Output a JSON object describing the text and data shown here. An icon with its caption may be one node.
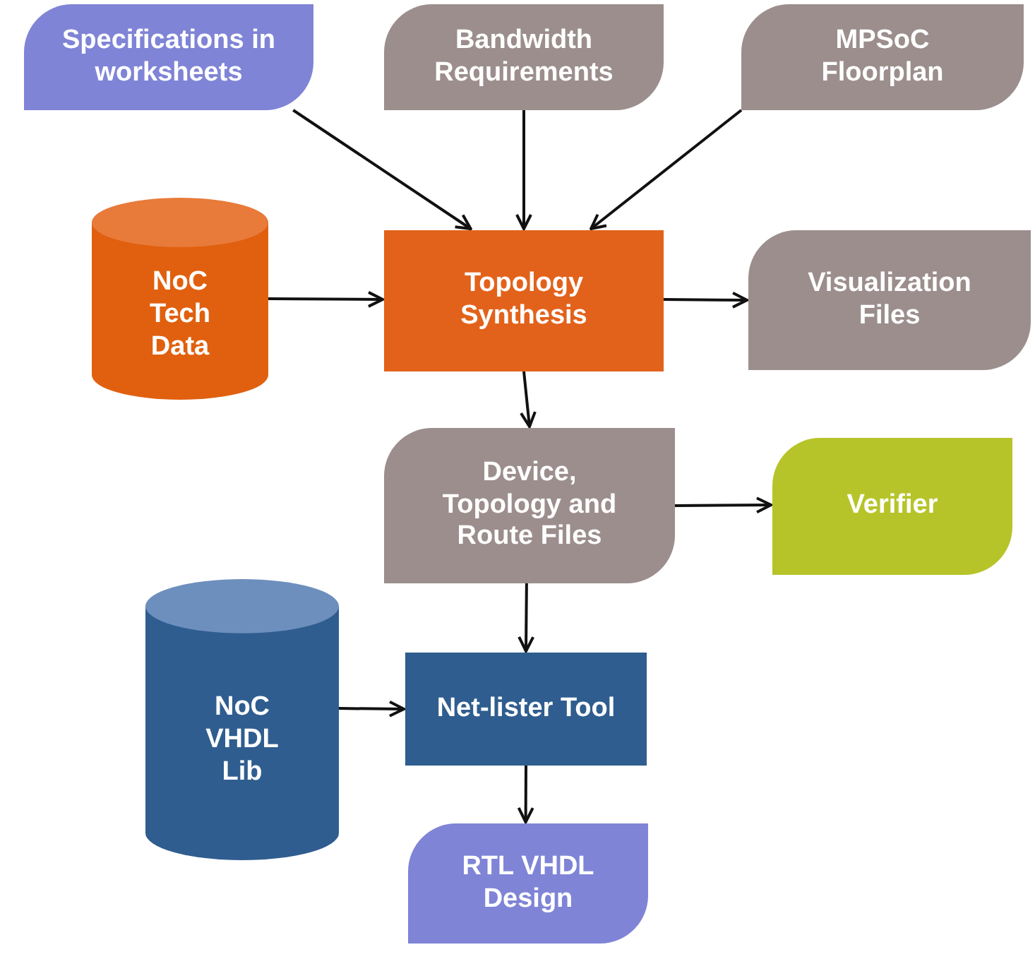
{
  "diagram": {
    "nodes": [
      {
        "text": [
          "Specifications in worksheets"
        ]
      },
      {
        "text": [
          "Bandwidth Requirements"
        ]
      },
      {
        "text": [
          "MPSoC Floorplan"
        ]
      },
      {
        "text": [
          "NoC Tech Data"
        ]
      },
      {
        "text": [
          "Topology Synthesis"
        ]
      },
      {
        "text": [
          "Visualization Files"
        ]
      },
      {
        "text": [
          "Device, Topology and Route Files"
        ]
      },
      {
        "text": [
          "Verifier"
        ]
      },
      {
        "text": [
          "NoC VHDL Lib"
        ]
      },
      {
        "text": [
          "Net-lister Tool"
        ]
      },
      {
        "text": [
          "RTL VHDL Design"
        ]
      }
    ],
    "edges": [
      {
        "from": 0,
        "to": 4,
        "arrow": "to"
      },
      {
        "from": 1,
        "to": 4,
        "arrow": "to"
      },
      {
        "from": 2,
        "to": 4,
        "arrow": "to"
      },
      {
        "from": 3,
        "to": 4,
        "arrow": "to"
      },
      {
        "from": 4,
        "to": 5,
        "arrow": "to"
      },
      {
        "from": 4,
        "to": 6,
        "arrow": "to"
      },
      {
        "from": 6,
        "to": 7,
        "arrow": "to"
      },
      {
        "from": 6,
        "to": 9,
        "arrow": "to"
      },
      {
        "from": 8,
        "to": 9,
        "arrow": "to"
      },
      {
        "from": 9,
        "to": 10,
        "arrow": "to"
      }
    ]
  }
}
